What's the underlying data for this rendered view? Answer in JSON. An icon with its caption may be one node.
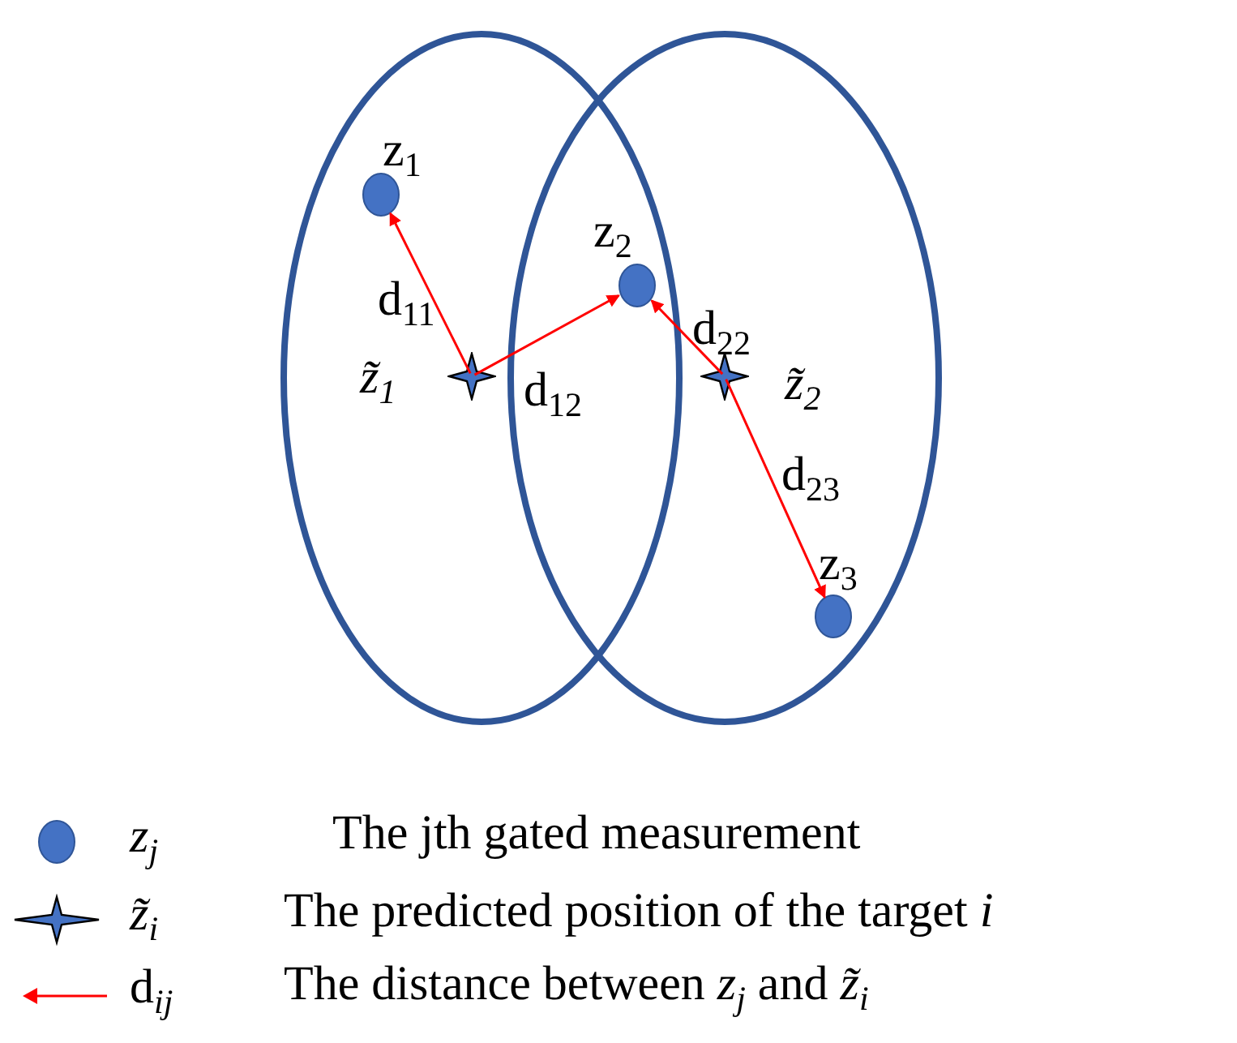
{
  "diagram": {
    "nodes": [
      {
        "text": [],
        "shape": "ellipse"
      },
      {
        "text": [],
        "shape": "ellipse"
      },
      {
        "text": [
          "z$_{1}$"
        ],
        "in": 0
      },
      {
        "text": [
          "z$_{2}$"
        ]
      },
      {
        "text": [
          "z̃$_{1}$"
        ],
        "in": 0
      },
      {
        "text": [
          "z̃$_{2}$"
        ],
        "in": 1
      },
      {
        "text": [
          "z$_{3}$"
        ],
        "in": 1
      }
    ],
    "edges": [
      {
        "from": 4,
        "to": 2,
        "arrow": "to",
        "label": "d$_{11}$"
      },
      {
        "from": 4,
        "to": 3,
        "arrow": "to",
        "label": "d$_{12}$"
      },
      {
        "from": 5,
        "to": 3,
        "arrow": "to",
        "label": "d$_{22}$"
      },
      {
        "from": 5,
        "to": 6,
        "arrow": "to",
        "label": "d$_{23}$"
      }
    ],
    "labels": [
      "z$_{j}$",
      "z̃$_{i}$",
      "d$_{ij}$"
    ],
    "legend": [
      {
        "text": "The jth gated measurement"
      },
      {
        "text": "The predicted position of the target *i*"
      },
      {
        "text": "The distance between *z*$_{j}$ and *z̃*$_{i}$"
      }
    ]
  }
}
